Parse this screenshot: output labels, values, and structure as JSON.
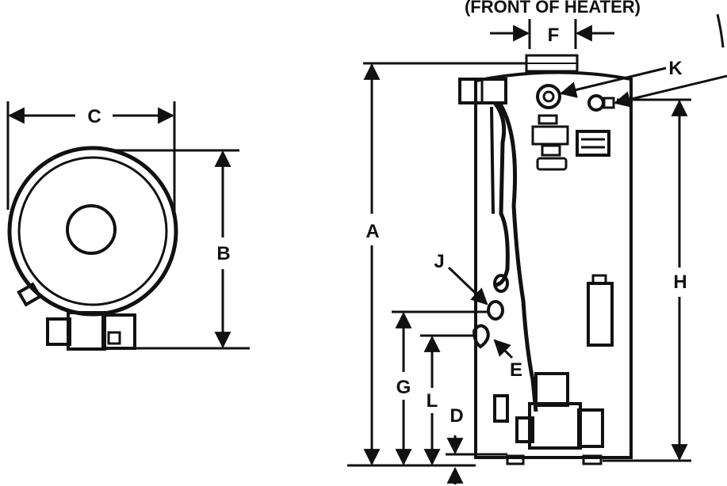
{
  "diagram": {
    "caption": "(FRONT OF HEATER)",
    "labels": {
      "a": "A",
      "b": "B",
      "c": "C",
      "d": "D",
      "e": "E",
      "f": "F",
      "g": "G",
      "h": "H",
      "j": "J",
      "k": "K",
      "l": "L"
    }
  },
  "colors": {
    "ink": "#111111",
    "paper": "#ffffff"
  }
}
